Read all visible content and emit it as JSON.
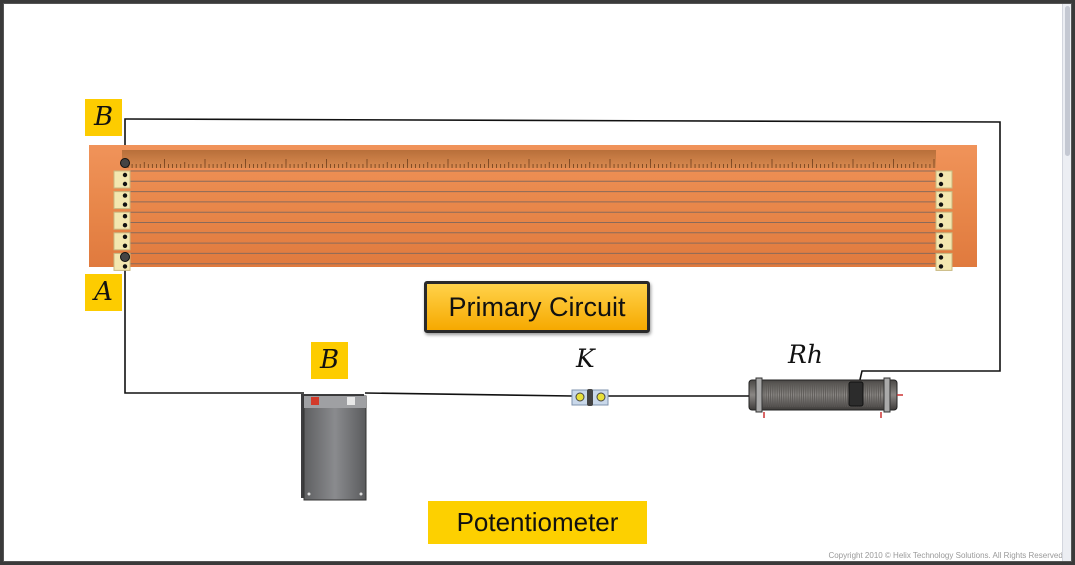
{
  "diagram": {
    "title_box": "Primary Circuit",
    "caption": "Potentiometer",
    "copyright": "Copyright 2010 © Helix Technology Solutions. All Rights Reserved.",
    "labels": {
      "point_b": "B",
      "point_a": "A",
      "battery": "B",
      "key": "K",
      "rheostat": "Rh"
    },
    "components": {
      "board": {
        "wires": 10,
        "color": "#e8874a"
      },
      "battery": {
        "color": "#7a7b7d"
      },
      "key": {
        "color": "#c9d8ea"
      },
      "rheostat": {
        "color": "#6d6b68"
      }
    },
    "colors": {
      "label_bg": "#fdcc00",
      "wire": "#111111",
      "board": "#e8874a"
    }
  }
}
